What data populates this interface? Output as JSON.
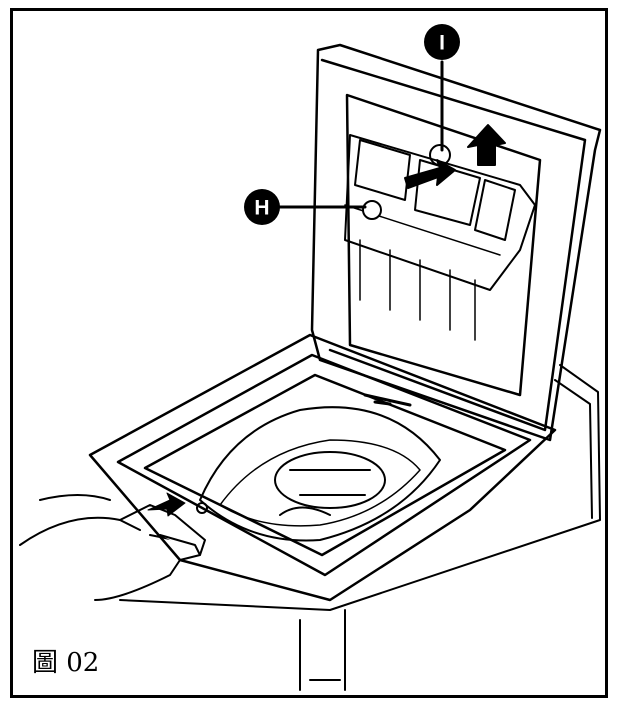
{
  "figure": {
    "caption": "圖 02",
    "callouts": [
      {
        "id": "callout-h",
        "label": "H"
      },
      {
        "id": "callout-i",
        "label": "I"
      }
    ],
    "subject": "washing-machine-top-loader-open-lid-illustration",
    "line_color": "#000000",
    "background": "#ffffff"
  }
}
